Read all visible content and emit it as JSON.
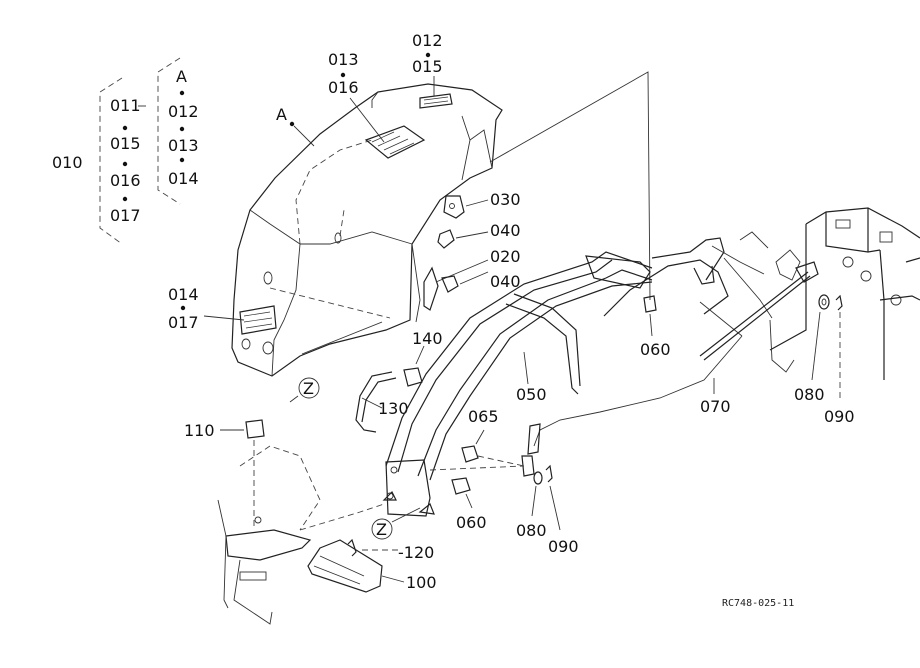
{
  "callouts": {
    "c010": "010",
    "g1": [
      "011",
      "015",
      "016",
      "017"
    ],
    "g2": [
      "A",
      "012",
      "013",
      "014"
    ],
    "c013": "013",
    "c016": "016",
    "c012": "012",
    "c015": "015",
    "cA": "A",
    "c030": "030",
    "c040a": "040",
    "c020": "020",
    "c040b": "040",
    "c014": "014",
    "c017": "017",
    "c140": "140",
    "c130": "130",
    "cZ1": "Z",
    "c050": "050",
    "c060a": "060",
    "c070": "070",
    "c080a": "080",
    "c090a": "090",
    "c110": "110",
    "c065": "065",
    "c060b": "060",
    "c080b": "080",
    "c090b": "090",
    "cZ2": "Z",
    "c120": "-120",
    "c100": "100"
  },
  "drawing_code": "RC748-025-11"
}
